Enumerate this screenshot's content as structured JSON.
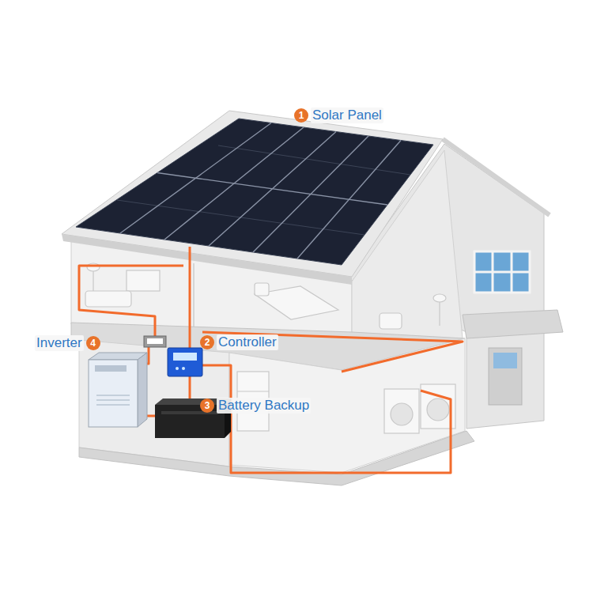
{
  "diagram": {
    "nodes": [
      {
        "text": [
          "1",
          "Solar Panel"
        ]
      },
      {
        "text": [
          "4",
          "Inverter"
        ]
      },
      {
        "text": [
          "2",
          "Controller"
        ]
      },
      {
        "text": [
          "3",
          "Battery Backup"
        ]
      }
    ]
  }
}
